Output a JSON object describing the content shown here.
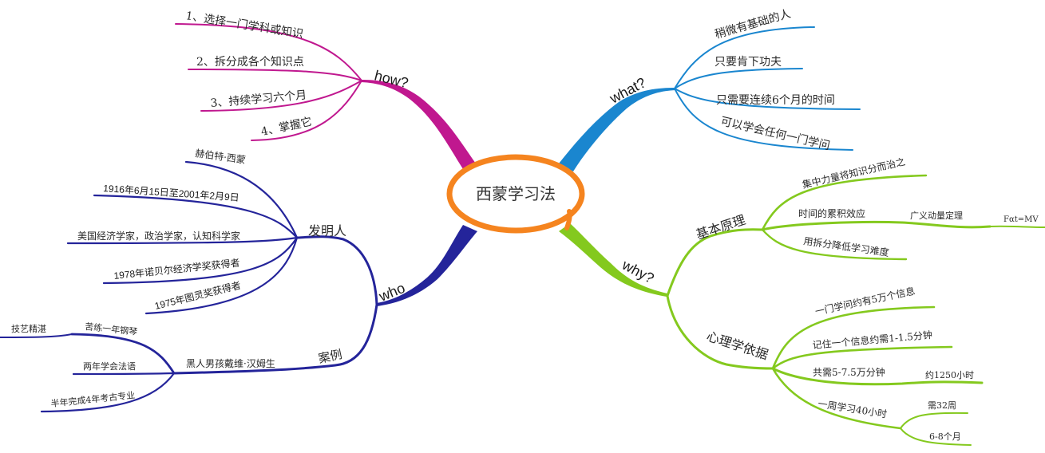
{
  "title": "西蒙学习法",
  "colors": {
    "center_ring": "#f5841f",
    "how": "#c0188f",
    "what": "#1a86cf",
    "who": "#24249a",
    "why": "#84c91e"
  },
  "branches": {
    "how": {
      "label": "how?",
      "children": [
        "1、选择一门学科或知识",
        "2、拆分成各个知识点",
        "3、持续学习六个月",
        "4、掌握它"
      ]
    },
    "what": {
      "label": "what?",
      "children": [
        "稍微有基础的人",
        "只要肯下功夫",
        "只需要连续6个月的时间",
        "可以学会任何一门学问"
      ]
    },
    "who": {
      "label": "who",
      "inventor": {
        "label": "发明人",
        "children": [
          "赫伯特·西蒙",
          "1916年6月15日至2001年2月9日",
          "美国经济学家，政治学家，认知科学家",
          "1978年诺贝尔经济学奖获得者",
          "1975年图灵奖获得者"
        ]
      },
      "case": {
        "label": "案例",
        "child": {
          "label": "黑人男孩戴维·汉姆生",
          "children": [
            {
              "label": "苦练一年钢琴",
              "child": "技艺精湛"
            },
            {
              "label": "两年学会法语"
            },
            {
              "label": "半年完成4年考古专业"
            }
          ]
        }
      }
    },
    "why": {
      "label": "why?",
      "principle": {
        "label": "基本原理",
        "children": [
          {
            "label": "集中力量将知识分而治之"
          },
          {
            "label": "时间的累积效应",
            "child": {
              "label": "广义动量定理",
              "child": "Fαt=MV"
            }
          },
          {
            "label": "用拆分降低学习难度"
          }
        ]
      },
      "psychology": {
        "label": "心理学依据",
        "children": [
          {
            "label": "一门学问约有5万个信息"
          },
          {
            "label": "记住一个信息约需1-1.5分钟"
          },
          {
            "label": "共需5-7.5万分钟",
            "child": "约1250小时"
          },
          {
            "label": "一周学习40小时",
            "children": [
              "需32周",
              "6-8个月"
            ]
          }
        ]
      }
    }
  }
}
